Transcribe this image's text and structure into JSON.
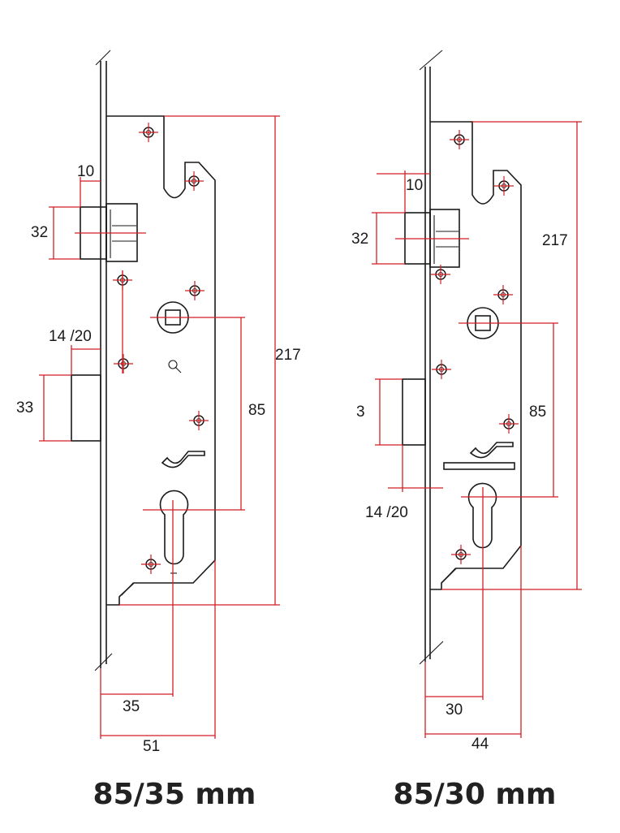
{
  "colors": {
    "outline": "#1a1a1a",
    "dimension": "#d21f26",
    "text": "#222222"
  },
  "left_lock": {
    "caption": "85/35 mm",
    "dims": {
      "d10": "10",
      "d32": "32",
      "d14_20": "14 /20",
      "d33": "33",
      "d217": "217",
      "d85": "85",
      "d35": "35",
      "d51": "51"
    }
  },
  "right_lock": {
    "caption": "85/30 mm",
    "dims": {
      "d10": "10",
      "d32": "32",
      "d217": "217",
      "d3": "3",
      "d85": "85",
      "d14_20": "14 /20",
      "d30": "30",
      "d44": "44"
    }
  }
}
